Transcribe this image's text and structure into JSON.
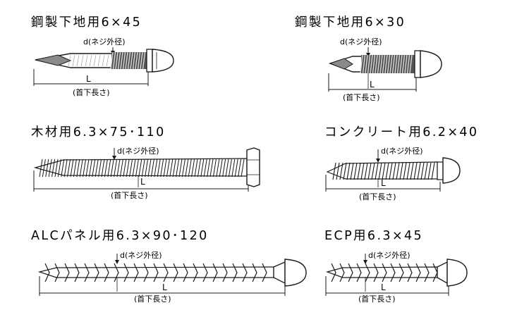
{
  "labels": {
    "diameter": "d(ネジ外径)",
    "length_letter": "L",
    "length_caption": "(首下長さ)"
  },
  "screws": [
    {
      "title": "鋼製下地用6×45"
    },
    {
      "title": "鋼製下地用6×30"
    },
    {
      "title": "木材用6.3×75･110"
    },
    {
      "title": "コンクリート用6.2×40"
    },
    {
      "title": "ALCパネル用6.3×90･120"
    },
    {
      "title": "ECP用6.3×45"
    }
  ],
  "colors": {
    "ink": "#1a1a1a",
    "thread": "#333333",
    "shade": "#8a8a8a",
    "head": "#ffffff"
  }
}
